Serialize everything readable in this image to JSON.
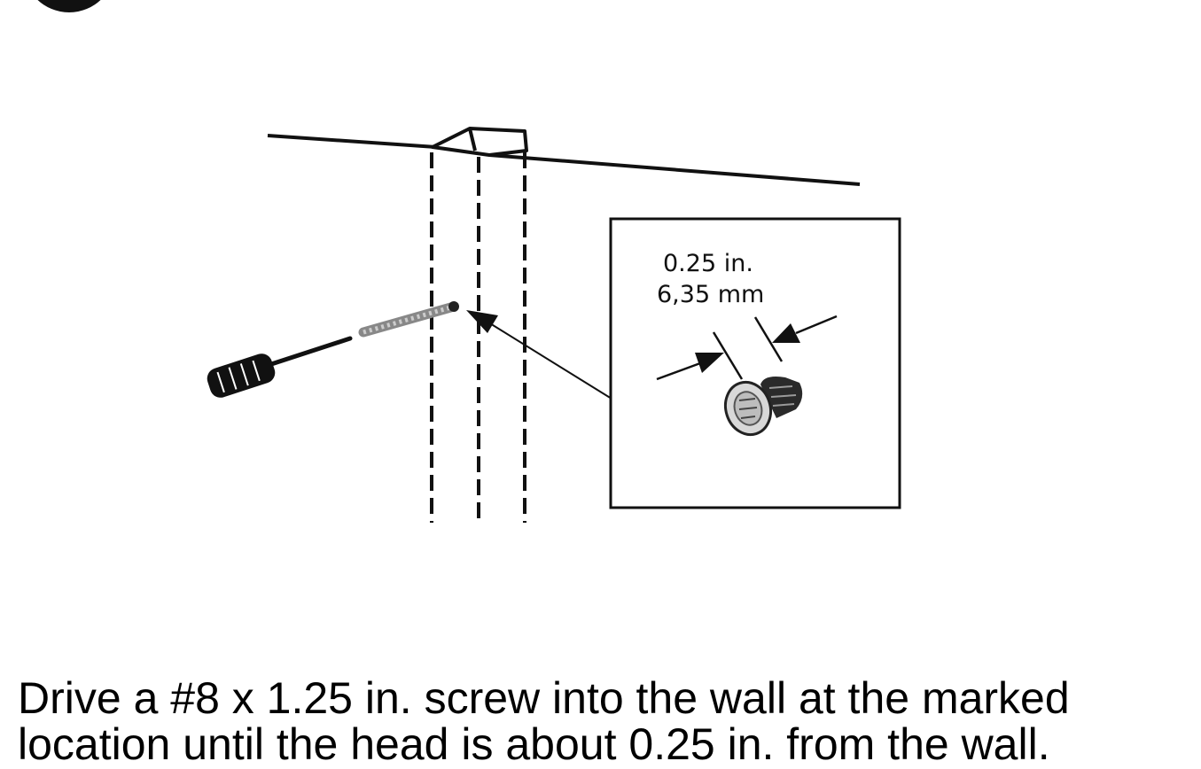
{
  "inset": {
    "dimension_in": "0.25 in.",
    "dimension_mm": "6,35 mm"
  },
  "caption": {
    "line1": "Drive a #8 x 1.25 in. screw into the wall at the marked",
    "line2": "location until the head is about 0.25 in. from the wall."
  },
  "colors": {
    "ink": "#111111",
    "background": "#ffffff"
  }
}
